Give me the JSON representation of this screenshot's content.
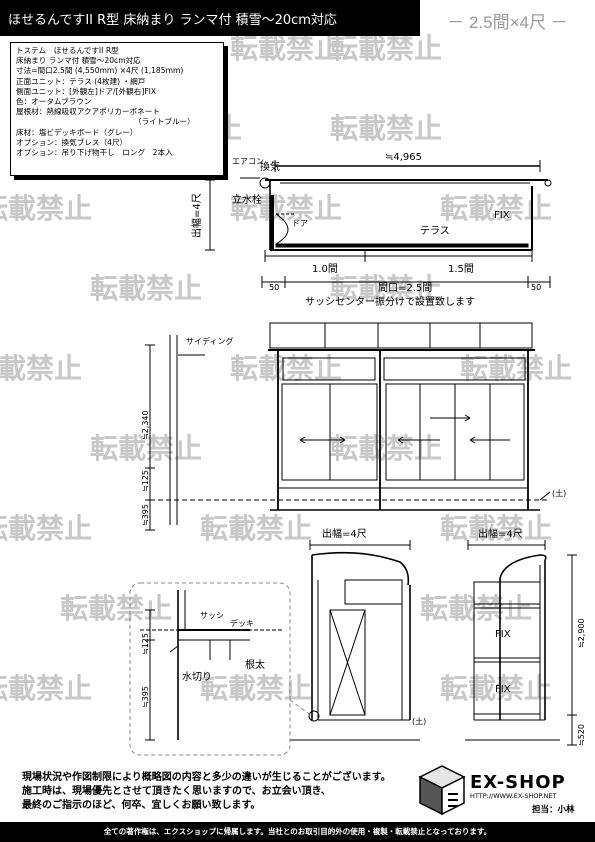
{
  "header": {
    "title": "ほせるんですII R型 床納まり ランマ付 積雪～20cm対応",
    "span_label": "－ 2.5間×4尺 －"
  },
  "spec": {
    "lines": [
      "トステム　ほせるんですII R型",
      "床納まり ランマ付 積雪～20cm対応",
      "寸法=間口2.5間 (4,550mm) ×4尺 (1,185mm)",
      "正面ユニット：テラス (4枚建) ・網戸",
      "側面ユニット：[外観左]ドア/[外観右]FIX",
      "色：オータムブラウン",
      "屋根材：熱線吸収アクアポリカーボネート",
      "（ライトブルー）",
      "床材：塩ビデッキボード（グレー）",
      "オプション：換気ブレス（4尺）",
      "オプション：吊り下げ物干し　ロング　2本入"
    ]
  },
  "watermark": {
    "text": "転載禁止"
  },
  "plan": {
    "total_width": "≒4,965",
    "depth": "出幅=4尺",
    "left_span": "1.0間",
    "right_span": "1.5間",
    "aircon": "エアコン",
    "vent": "換気",
    "downpipe": "立水栓",
    "door": "ドア",
    "terrace": "テラス",
    "fix": "FIX",
    "frontage": "間口=2.5間",
    "margin_left": "50",
    "margin_right": "50",
    "note": "サッシセンター振分けで設置致します"
  },
  "elevation": {
    "siding": "サイディング",
    "height": "≒2,340",
    "floor_level": "≒125",
    "ground": "≒395",
    "ground_mark": "(土)"
  },
  "side": {
    "left_depth": "出幅=4尺",
    "right_depth": "出幅=4尺",
    "fix_top": "FIX",
    "fix_bottom": "FIX",
    "height": "≒2,900",
    "ground": "≒520",
    "ground_mark": "(土)"
  },
  "detail": {
    "sash": "サッシ",
    "deck": "デッキ",
    "joist": "根太",
    "drip": "水切り",
    "floor_level": "≒125",
    "ground": "≒395"
  },
  "notes": {
    "lines": [
      "現場状況や作図制限により概略図の内容と多少の違いが生じることがございます。",
      "施工時は、現場優先とさせて頂きたく思いますので、お立会い頂き、",
      "最終のご指示のほど、何卒、宜しくお願い致します。"
    ]
  },
  "logo": {
    "name": "EX-SHOP",
    "url": "HTTP://WWW.EX-SHOP.NET",
    "staff": "担当：小林"
  },
  "footer": {
    "text": "全ての著作権は、エクスショップに帰属します。当社とのお取引目的外の使用・複製・転載禁止となっております。"
  }
}
